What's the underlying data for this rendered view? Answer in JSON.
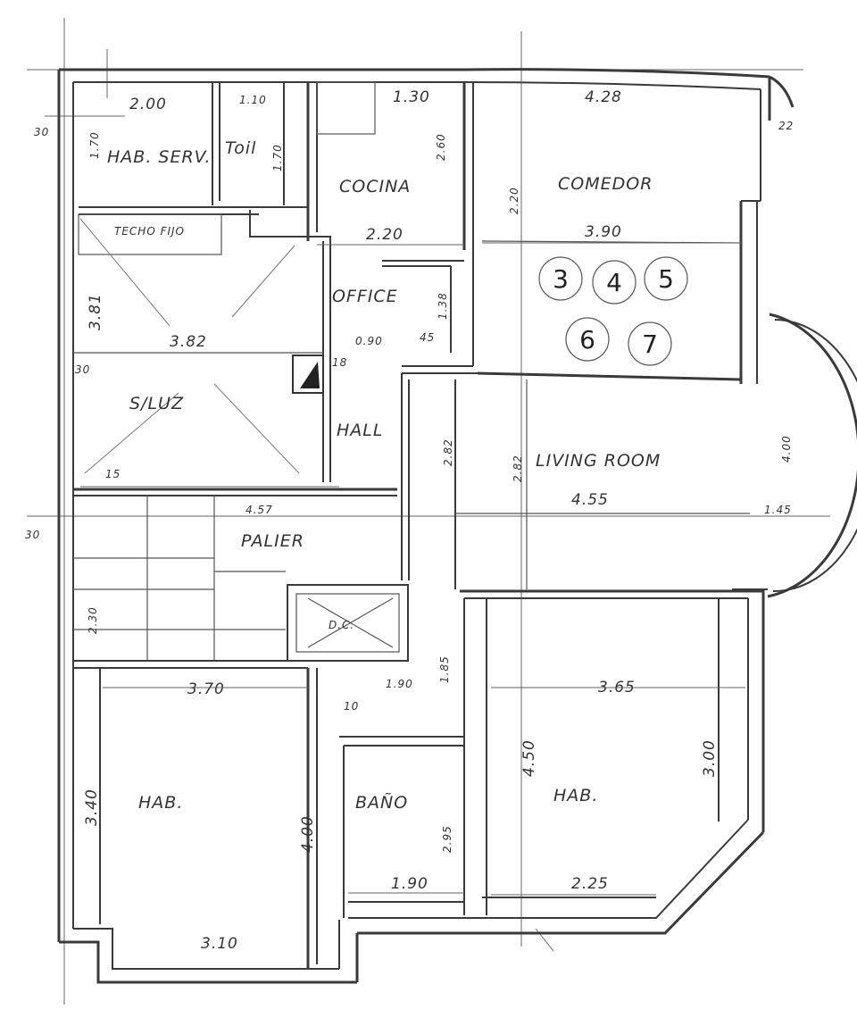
{
  "rooms": {
    "hab_serv": "HAB. SERV.",
    "toilet": "Toil",
    "cocina": "COCINA",
    "comedor": "COMEDOR",
    "techo_fijo": "TECHO FIJO",
    "office": "OFFICE",
    "s_luz": "S/LUZ",
    "hall": "HALL",
    "living_room": "LIVING ROOM",
    "palier": "PALIER",
    "ducto": "D.C.",
    "hab_left": "HAB.",
    "bano": "BAÑO",
    "hab_right": "HAB."
  },
  "dimensions": {
    "top_200": "2.00",
    "top_110": "1.10",
    "top_130": "1.30",
    "top_428": "4.28",
    "d_30_a": "30",
    "d_30_b": "30",
    "d_30_c": "30",
    "d_22": "22",
    "v_170": "1.70",
    "v_170b": "1.70",
    "v_260": "2.60",
    "v_220v": "2.20",
    "cocina_220": "2.20",
    "comedor_390": "3.90",
    "v_381": "3.81",
    "sluz_382": "3.82",
    "office_090": "0.90",
    "office_045": "45",
    "office_138": "1.38",
    "living_455": "4.55",
    "living_400": "4.00",
    "living_145": "1.45",
    "living_282a": "2.82",
    "living_282b": "2.82",
    "palier_457": "4.57",
    "palier_230": "2.30",
    "hab_370": "3.70",
    "hab_340": "3.40",
    "hab_400": "4.00",
    "hab_310": "3.10",
    "bano_190_top": "1.90",
    "bano_185": "1.85",
    "bano_295": "2.95",
    "bano_190_bot": "1.90",
    "habr_365": "3.65",
    "habr_450": "4.50",
    "habr_300": "3.00",
    "habr_225": "2.25",
    "w_15": "15",
    "w_10": "10",
    "w_18": "18"
  },
  "markers": [
    "3",
    "4",
    "5",
    "6",
    "7"
  ]
}
